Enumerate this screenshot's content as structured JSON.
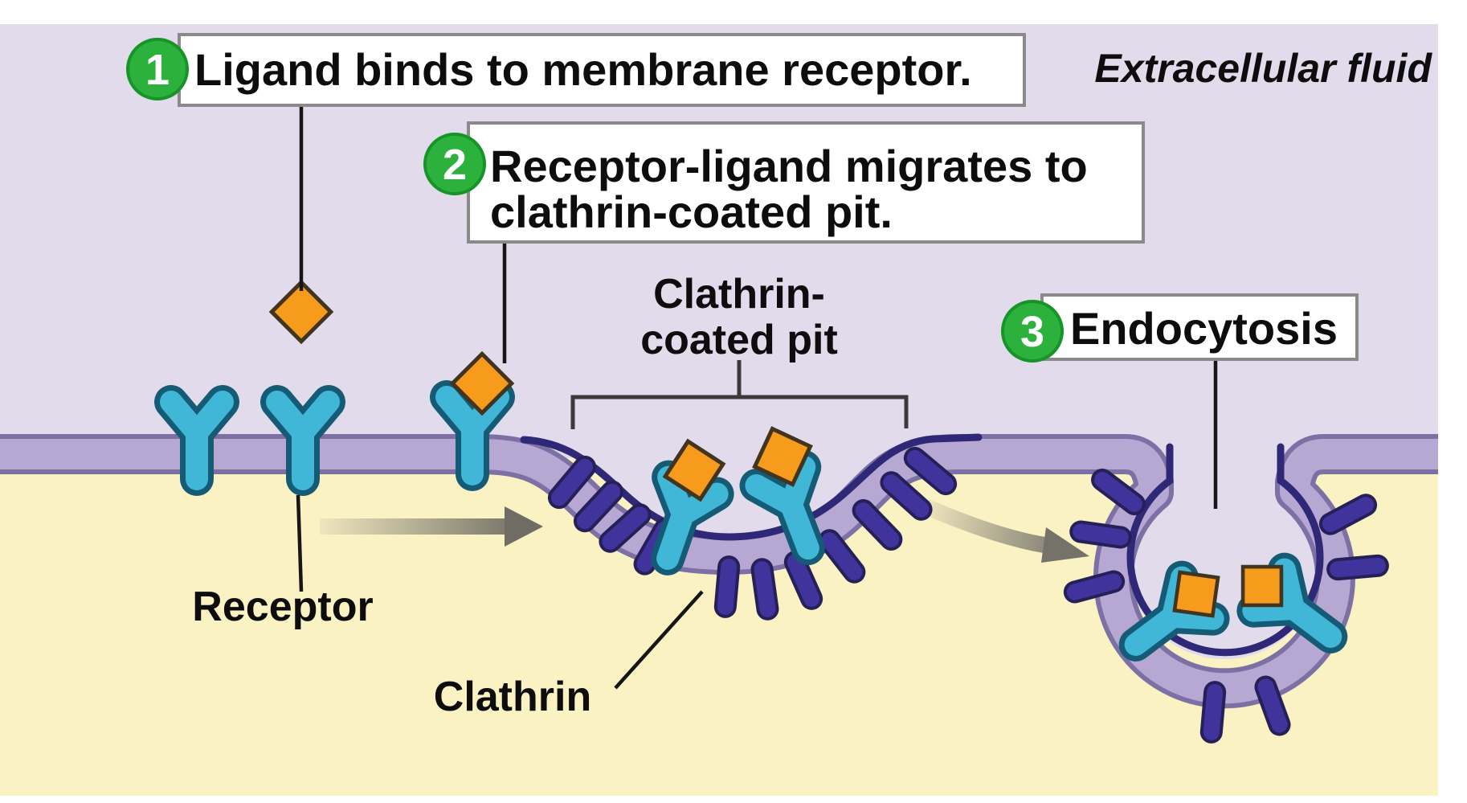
{
  "title": "Receptor-mediated endocytosis diagram",
  "regions": {
    "extracellular": "Extracellular fluid"
  },
  "steps": [
    {
      "num": "1",
      "text": "Ligand binds to membrane receptor."
    },
    {
      "num": "2",
      "line1": "Receptor-ligand migrates to",
      "line2": "clathrin-coated pit."
    },
    {
      "num": "3",
      "text": "Endocytosis"
    }
  ],
  "labels": {
    "clathrin_pit_line1": "Clathrin-",
    "clathrin_pit_line2": "coated pit",
    "receptor": "Receptor",
    "clathrin": "Clathrin"
  },
  "colors": {
    "extracellular_bg": "#e2dbec",
    "cytoplasm_bg": "#fbf2c3",
    "membrane": "#b7a8d3",
    "membrane_edge": "#7d70a4",
    "membrane_inner_line": "#2e2877",
    "clathrin": "#40339b",
    "receptor": "#41b7d8",
    "ligand": "#f69b1c",
    "step_badge": "#2cb23c",
    "arrow": "#6f6c63",
    "callout_border": "#8a8a8a"
  }
}
